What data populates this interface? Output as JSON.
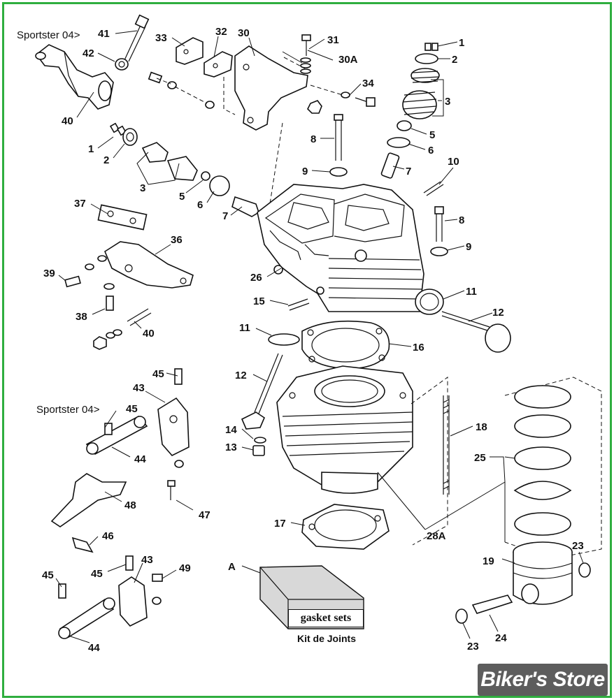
{
  "labels": {
    "sportster_top": "Sportster 04>",
    "sportster_mid": "Sportster 04>",
    "kit_en": "gasket sets",
    "kit_fr": "Kit de Joints",
    "brand": "Biker's Store"
  },
  "callouts": [
    {
      "id": "n41",
      "text": "41"
    },
    {
      "id": "n42",
      "text": "42"
    },
    {
      "id": "n40a",
      "text": "40"
    },
    {
      "id": "n33",
      "text": "33"
    },
    {
      "id": "n32",
      "text": "32"
    },
    {
      "id": "n30",
      "text": "30"
    },
    {
      "id": "n31",
      "text": "31"
    },
    {
      "id": "n30A",
      "text": "30A"
    },
    {
      "id": "n34",
      "text": "34"
    },
    {
      "id": "n1a",
      "text": "1"
    },
    {
      "id": "n2a",
      "text": "2"
    },
    {
      "id": "n3a",
      "text": "3"
    },
    {
      "id": "n5a",
      "text": "5"
    },
    {
      "id": "n6a",
      "text": "6"
    },
    {
      "id": "n7a",
      "text": "7"
    },
    {
      "id": "n8a",
      "text": "8"
    },
    {
      "id": "n9a",
      "text": "9"
    },
    {
      "id": "n10",
      "text": "10"
    },
    {
      "id": "n8b",
      "text": "8"
    },
    {
      "id": "n9b",
      "text": "9"
    },
    {
      "id": "n1b",
      "text": "1"
    },
    {
      "id": "n2b",
      "text": "2"
    },
    {
      "id": "n3b",
      "text": "3"
    },
    {
      "id": "n5b",
      "text": "5"
    },
    {
      "id": "n6b",
      "text": "6"
    },
    {
      "id": "n7b",
      "text": "7"
    },
    {
      "id": "n37",
      "text": "37"
    },
    {
      "id": "n36",
      "text": "36"
    },
    {
      "id": "n39",
      "text": "39"
    },
    {
      "id": "n38",
      "text": "38"
    },
    {
      "id": "n40b",
      "text": "40"
    },
    {
      "id": "n26",
      "text": "26"
    },
    {
      "id": "n15",
      "text": "15"
    },
    {
      "id": "n11a",
      "text": "11"
    },
    {
      "id": "n11b",
      "text": "11"
    },
    {
      "id": "n12a",
      "text": "12"
    },
    {
      "id": "n16",
      "text": "16"
    },
    {
      "id": "n12b",
      "text": "12"
    },
    {
      "id": "n14",
      "text": "14"
    },
    {
      "id": "n13",
      "text": "13"
    },
    {
      "id": "n18",
      "text": "18"
    },
    {
      "id": "n25",
      "text": "25"
    },
    {
      "id": "n17",
      "text": "17"
    },
    {
      "id": "n28A",
      "text": "28A"
    },
    {
      "id": "n23a",
      "text": "23"
    },
    {
      "id": "n19",
      "text": "19"
    },
    {
      "id": "n23b",
      "text": "23"
    },
    {
      "id": "n24",
      "text": "24"
    },
    {
      "id": "nA",
      "text": "A"
    },
    {
      "id": "n45a",
      "text": "45"
    },
    {
      "id": "n43a",
      "text": "43"
    },
    {
      "id": "n45b",
      "text": "45"
    },
    {
      "id": "n44a",
      "text": "44"
    },
    {
      "id": "n48",
      "text": "48"
    },
    {
      "id": "n47",
      "text": "47"
    },
    {
      "id": "n46",
      "text": "46"
    },
    {
      "id": "n45c",
      "text": "45"
    },
    {
      "id": "n45d",
      "text": "45"
    },
    {
      "id": "n43b",
      "text": "43"
    },
    {
      "id": "n49",
      "text": "49"
    },
    {
      "id": "n44b",
      "text": "44"
    }
  ],
  "colors": {
    "frame": "#2fae3f",
    "brand_bg": "#5d5d5d",
    "brand_text": "#ffffff"
  }
}
